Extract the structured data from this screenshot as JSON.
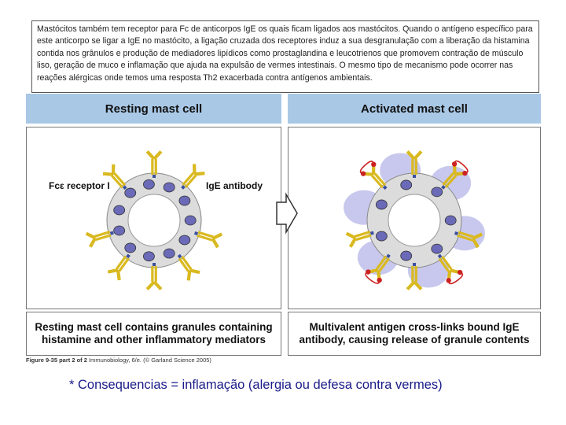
{
  "intro_text": "Mastócitos também tem receptor para Fc de anticorpos IgE os quais ficam ligados aos mastócitos. Quando o antígeno específico para este anticorpo se ligar a IgE no mastócito, a ligação cruzada dos receptores induz a sua desgranulação com a liberação da histamina contida nos grânulos e produção de mediadores lipídicos como prostaglandina e leucotrienos que promovem contração de músculo liso, geração de muco e inflamação que ajuda na expulsão de vermes intestinais. O mesmo tipo de mecanismo pode ocorrer nas reações alérgicas onde temos uma resposta Th2 exacerbada contra antígenos ambientais.",
  "figure": {
    "left_title": "Resting mast cell",
    "right_title": "Activated mast cell",
    "label_receptor": "Fcε receptor I",
    "label_antibody": "IgE antibody",
    "left_caption": "Resting mast cell contains granules containing histamine and other inflammatory mediators",
    "right_caption": "Multivalent antigen cross-links bound IgE antibody, causing release of granule contents",
    "credit_fig": "Figure 9-35 part 2 of 2",
    "credit_rest": " Immunobiology, 6/e. (© Garland Science 2005)"
  },
  "footer_note": "* Consequencias = inflamação (alergia ou defesa contra vermes)",
  "colors": {
    "header_bg": "#a9c8e6",
    "cell_fill": "#dcdcdc",
    "granule": "#6a6ab8",
    "receptor": "#d9b920",
    "antigen": "#cc2222",
    "released_cloud": "#9a9ae0",
    "note_text": "#1a1a88"
  }
}
